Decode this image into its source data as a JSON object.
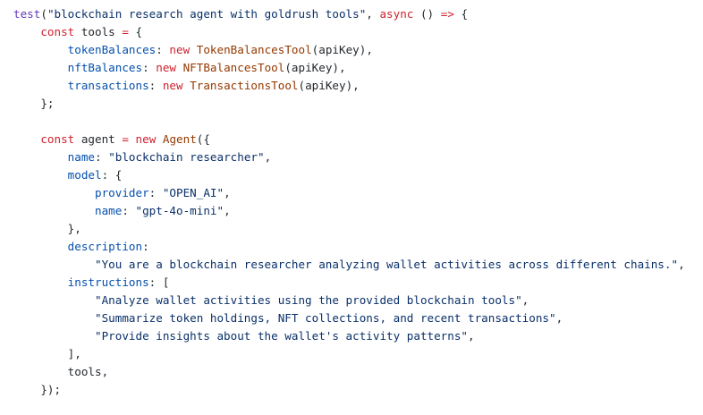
{
  "code": {
    "lines": [
      {
        "indent": "",
        "tokens": [
          {
            "t": "test",
            "c": "test-fn"
          },
          {
            "t": "(",
            "c": "pl"
          },
          {
            "t": "\"blockchain research agent with goldrush tools\"",
            "c": "str"
          },
          {
            "t": ", ",
            "c": "pl"
          },
          {
            "t": "async",
            "c": "kw"
          },
          {
            "t": " () ",
            "c": "pl"
          },
          {
            "t": "=>",
            "c": "kw"
          },
          {
            "t": " {",
            "c": "pl"
          }
        ]
      },
      {
        "indent": "    ",
        "tokens": [
          {
            "t": "const",
            "c": "kw"
          },
          {
            "t": " tools ",
            "c": "pl"
          },
          {
            "t": "=",
            "c": "kw"
          },
          {
            "t": " {",
            "c": "pl"
          }
        ]
      },
      {
        "indent": "        ",
        "tokens": [
          {
            "t": "tokenBalances",
            "c": "prop"
          },
          {
            "t": ": ",
            "c": "pl"
          },
          {
            "t": "new",
            "c": "kw"
          },
          {
            "t": " ",
            "c": "pl"
          },
          {
            "t": "TokenBalancesTool",
            "c": "cls"
          },
          {
            "t": "(apiKey),",
            "c": "pl"
          }
        ]
      },
      {
        "indent": "        ",
        "tokens": [
          {
            "t": "nftBalances",
            "c": "prop"
          },
          {
            "t": ": ",
            "c": "pl"
          },
          {
            "t": "new",
            "c": "kw"
          },
          {
            "t": " ",
            "c": "pl"
          },
          {
            "t": "NFTBalancesTool",
            "c": "cls"
          },
          {
            "t": "(apiKey),",
            "c": "pl"
          }
        ]
      },
      {
        "indent": "        ",
        "tokens": [
          {
            "t": "transactions",
            "c": "prop"
          },
          {
            "t": ": ",
            "c": "pl"
          },
          {
            "t": "new",
            "c": "kw"
          },
          {
            "t": " ",
            "c": "pl"
          },
          {
            "t": "TransactionsTool",
            "c": "cls"
          },
          {
            "t": "(apiKey),",
            "c": "pl"
          }
        ]
      },
      {
        "indent": "    ",
        "tokens": [
          {
            "t": "};",
            "c": "pl"
          }
        ]
      },
      {
        "indent": "",
        "tokens": []
      },
      {
        "indent": "    ",
        "tokens": [
          {
            "t": "const",
            "c": "kw"
          },
          {
            "t": " agent ",
            "c": "pl"
          },
          {
            "t": "=",
            "c": "kw"
          },
          {
            "t": " ",
            "c": "pl"
          },
          {
            "t": "new",
            "c": "kw"
          },
          {
            "t": " ",
            "c": "pl"
          },
          {
            "t": "Agent",
            "c": "cls"
          },
          {
            "t": "({",
            "c": "pl"
          }
        ]
      },
      {
        "indent": "        ",
        "tokens": [
          {
            "t": "name",
            "c": "prop"
          },
          {
            "t": ": ",
            "c": "pl"
          },
          {
            "t": "\"blockchain researcher\"",
            "c": "str"
          },
          {
            "t": ",",
            "c": "pl"
          }
        ]
      },
      {
        "indent": "        ",
        "tokens": [
          {
            "t": "model",
            "c": "prop"
          },
          {
            "t": ": {",
            "c": "pl"
          }
        ]
      },
      {
        "indent": "            ",
        "tokens": [
          {
            "t": "provider",
            "c": "prop"
          },
          {
            "t": ": ",
            "c": "pl"
          },
          {
            "t": "\"OPEN_AI\"",
            "c": "str"
          },
          {
            "t": ",",
            "c": "pl"
          }
        ]
      },
      {
        "indent": "            ",
        "tokens": [
          {
            "t": "name",
            "c": "prop"
          },
          {
            "t": ": ",
            "c": "pl"
          },
          {
            "t": "\"gpt-4o-mini\"",
            "c": "str"
          },
          {
            "t": ",",
            "c": "pl"
          }
        ]
      },
      {
        "indent": "        ",
        "tokens": [
          {
            "t": "},",
            "c": "pl"
          }
        ]
      },
      {
        "indent": "        ",
        "tokens": [
          {
            "t": "description",
            "c": "prop"
          },
          {
            "t": ":",
            "c": "pl"
          }
        ]
      },
      {
        "indent": "            ",
        "tokens": [
          {
            "t": "\"You are a blockchain researcher analyzing wallet activities across different chains.\"",
            "c": "str"
          },
          {
            "t": ",",
            "c": "pl"
          }
        ]
      },
      {
        "indent": "        ",
        "tokens": [
          {
            "t": "instructions",
            "c": "prop"
          },
          {
            "t": ": [",
            "c": "pl"
          }
        ]
      },
      {
        "indent": "            ",
        "tokens": [
          {
            "t": "\"Analyze wallet activities using the provided blockchain tools\"",
            "c": "str"
          },
          {
            "t": ",",
            "c": "pl"
          }
        ]
      },
      {
        "indent": "            ",
        "tokens": [
          {
            "t": "\"Summarize token holdings, NFT collections, and recent transactions\"",
            "c": "str"
          },
          {
            "t": ",",
            "c": "pl"
          }
        ]
      },
      {
        "indent": "            ",
        "tokens": [
          {
            "t": "\"Provide insights about the wallet's activity patterns\"",
            "c": "str"
          },
          {
            "t": ",",
            "c": "pl"
          }
        ]
      },
      {
        "indent": "        ",
        "tokens": [
          {
            "t": "],",
            "c": "pl"
          }
        ]
      },
      {
        "indent": "        ",
        "tokens": [
          {
            "t": "tools,",
            "c": "pl"
          }
        ]
      },
      {
        "indent": "    ",
        "tokens": [
          {
            "t": "});",
            "c": "pl"
          }
        ]
      }
    ]
  }
}
